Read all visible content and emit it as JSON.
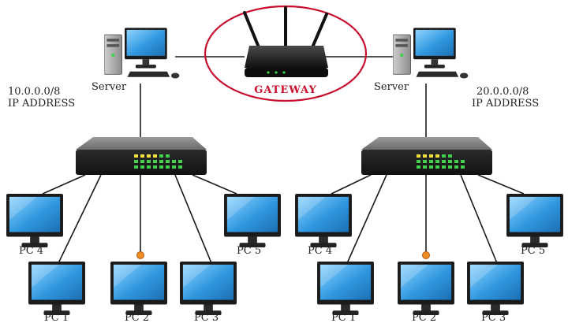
{
  "gateway": {
    "label": "GATEWAY",
    "highlight_color": "#c8102e"
  },
  "networks": [
    {
      "id": "left",
      "address": "10.0.0.0/8",
      "address_label": "IP ADDRESS",
      "server_label": "Server",
      "pcs": [
        "PC 4",
        "PC 1",
        "PC 2",
        "PC 3",
        "PC 5"
      ]
    },
    {
      "id": "right",
      "address": "20.0.0.0/8",
      "address_label": "IP ADDRESS",
      "server_label": "Server",
      "pcs": [
        "PC 4",
        "PC 1",
        "PC 2",
        "PC 3",
        "PC 5"
      ]
    }
  ],
  "colors": {
    "cable": "#1a1a1a",
    "screen": "#3aa8e8",
    "switch_body": "#3a3a3a",
    "led_yellow": "#f2e33a",
    "led_green": "#3fd14f",
    "connector": "#f08a24"
  },
  "icons": [
    "server-tower-icon",
    "monitor-icon",
    "network-switch-icon",
    "router-icon"
  ]
}
